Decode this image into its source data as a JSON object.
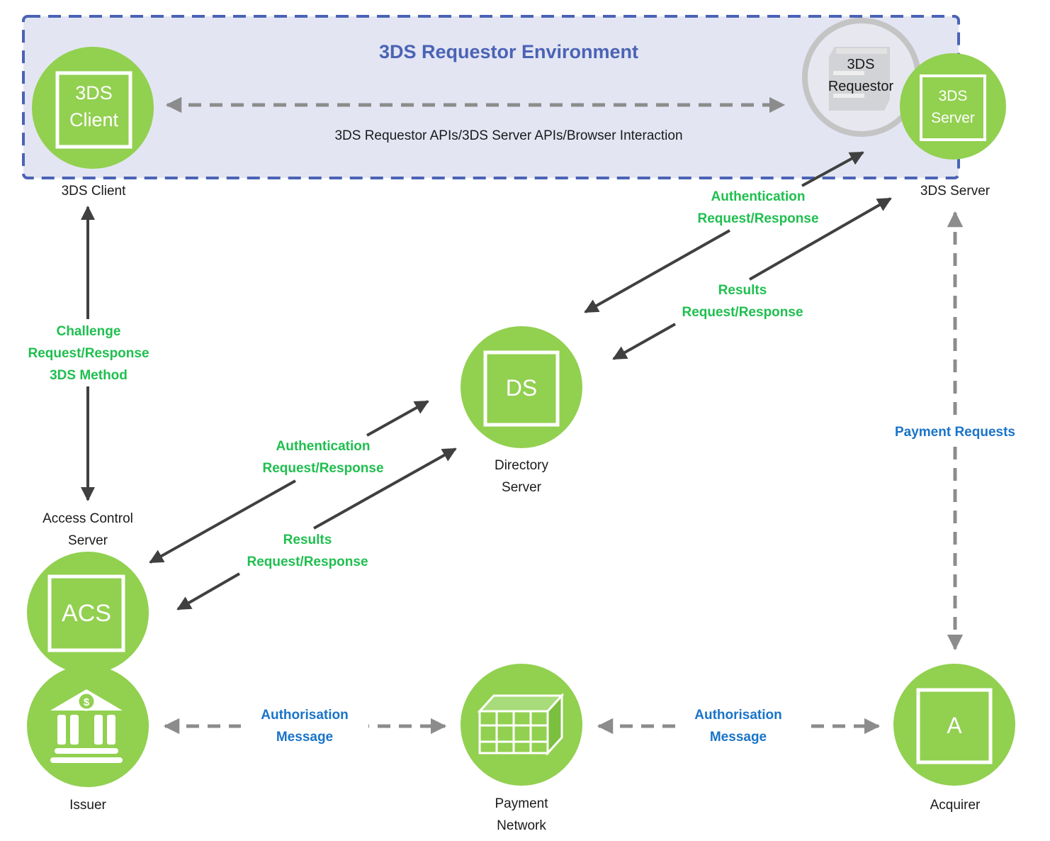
{
  "environment": {
    "title": "3DS Requestor Environment",
    "interaction_label": "3DS Requestor APIs/3DS Server APIs/Browser Interaction"
  },
  "colors": {
    "node_green": "#92d050",
    "environment_fill": "#e3e5f3",
    "environment_border": "#4a63b5",
    "arrow_solid": "#404040",
    "arrow_dashed": "#8c8c8c",
    "flow_label_green": "#1fbf4f",
    "flow_label_blue": "#1a74c8"
  },
  "nodes": {
    "client": {
      "icon_text_1": "3DS",
      "icon_text_2": "Client",
      "caption": "3DS Client"
    },
    "requestor": {
      "text_1": "3DS",
      "text_2": "Requestor"
    },
    "server": {
      "icon_text_1": "3DS",
      "icon_text_2": "Server",
      "caption": "3DS Server"
    },
    "ds": {
      "icon_text": "DS",
      "caption_1": "Directory",
      "caption_2": "Server"
    },
    "acs": {
      "icon_text": "ACS",
      "caption_1": "Access Control",
      "caption_2": "Server"
    },
    "issuer": {
      "caption": "Issuer"
    },
    "network": {
      "caption_1": "Payment",
      "caption_2": "Network"
    },
    "acquirer": {
      "icon_text": "A",
      "caption": "Acquirer"
    }
  },
  "flows": {
    "challenge": {
      "line_1": "Challenge",
      "line_2": "Request/Response",
      "line_3": "3DS Method"
    },
    "auth_top": {
      "line_1": "Authentication",
      "line_2": "Request/Response"
    },
    "results_top": {
      "line_1": "Results",
      "line_2": "Request/Response"
    },
    "auth_bottom": {
      "line_1": "Authentication",
      "line_2": "Request/Response"
    },
    "results_bottom": {
      "line_1": "Results",
      "line_2": "Request/Response"
    },
    "payment_requests": {
      "line_1": "Payment Requests"
    },
    "auth_msg_left": {
      "line_1": "Authorisation",
      "line_2": "Message"
    },
    "auth_msg_right": {
      "line_1": "Authorisation",
      "line_2": "Message"
    }
  }
}
